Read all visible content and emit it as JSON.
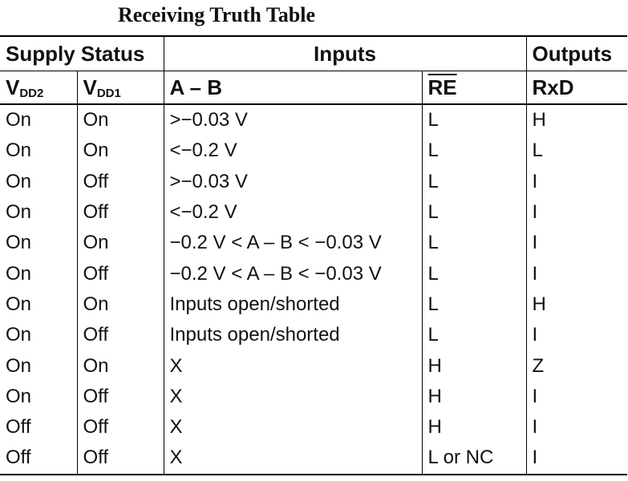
{
  "title": "Receiving Truth Table",
  "header_groups": {
    "supply_status": "Supply Status",
    "inputs": "Inputs",
    "outputs": "Outputs"
  },
  "columns": {
    "vdd2_main": "V",
    "vdd2_sub": "DD2",
    "vdd1_main": "V",
    "vdd1_sub": "DD1",
    "a_minus_b": "A – B",
    "re": "RE",
    "rxd": "RxD"
  },
  "rows": [
    [
      "On",
      "On",
      ">−0.03 V",
      "L",
      "H"
    ],
    [
      "On",
      "On",
      "<−0.2 V",
      "L",
      "L"
    ],
    [
      "On",
      "Off",
      ">−0.03 V",
      "L",
      "I"
    ],
    [
      "On",
      "Off",
      "<−0.2 V",
      "L",
      "I"
    ],
    [
      "On",
      "On",
      "−0.2 V < A – B < −0.03 V",
      "L",
      "I"
    ],
    [
      "On",
      "Off",
      "−0.2 V < A – B < −0.03 V",
      "L",
      "I"
    ],
    [
      "On",
      "On",
      "Inputs open/shorted",
      "L",
      "H"
    ],
    [
      "On",
      "Off",
      "Inputs open/shorted",
      "L",
      "I"
    ],
    [
      "On",
      "On",
      "X",
      "H",
      "Z"
    ],
    [
      "On",
      "Off",
      "X",
      "H",
      "I"
    ],
    [
      "Off",
      "Off",
      "X",
      "H",
      "I"
    ],
    [
      "Off",
      "Off",
      "X",
      "L or NC",
      "I"
    ]
  ]
}
